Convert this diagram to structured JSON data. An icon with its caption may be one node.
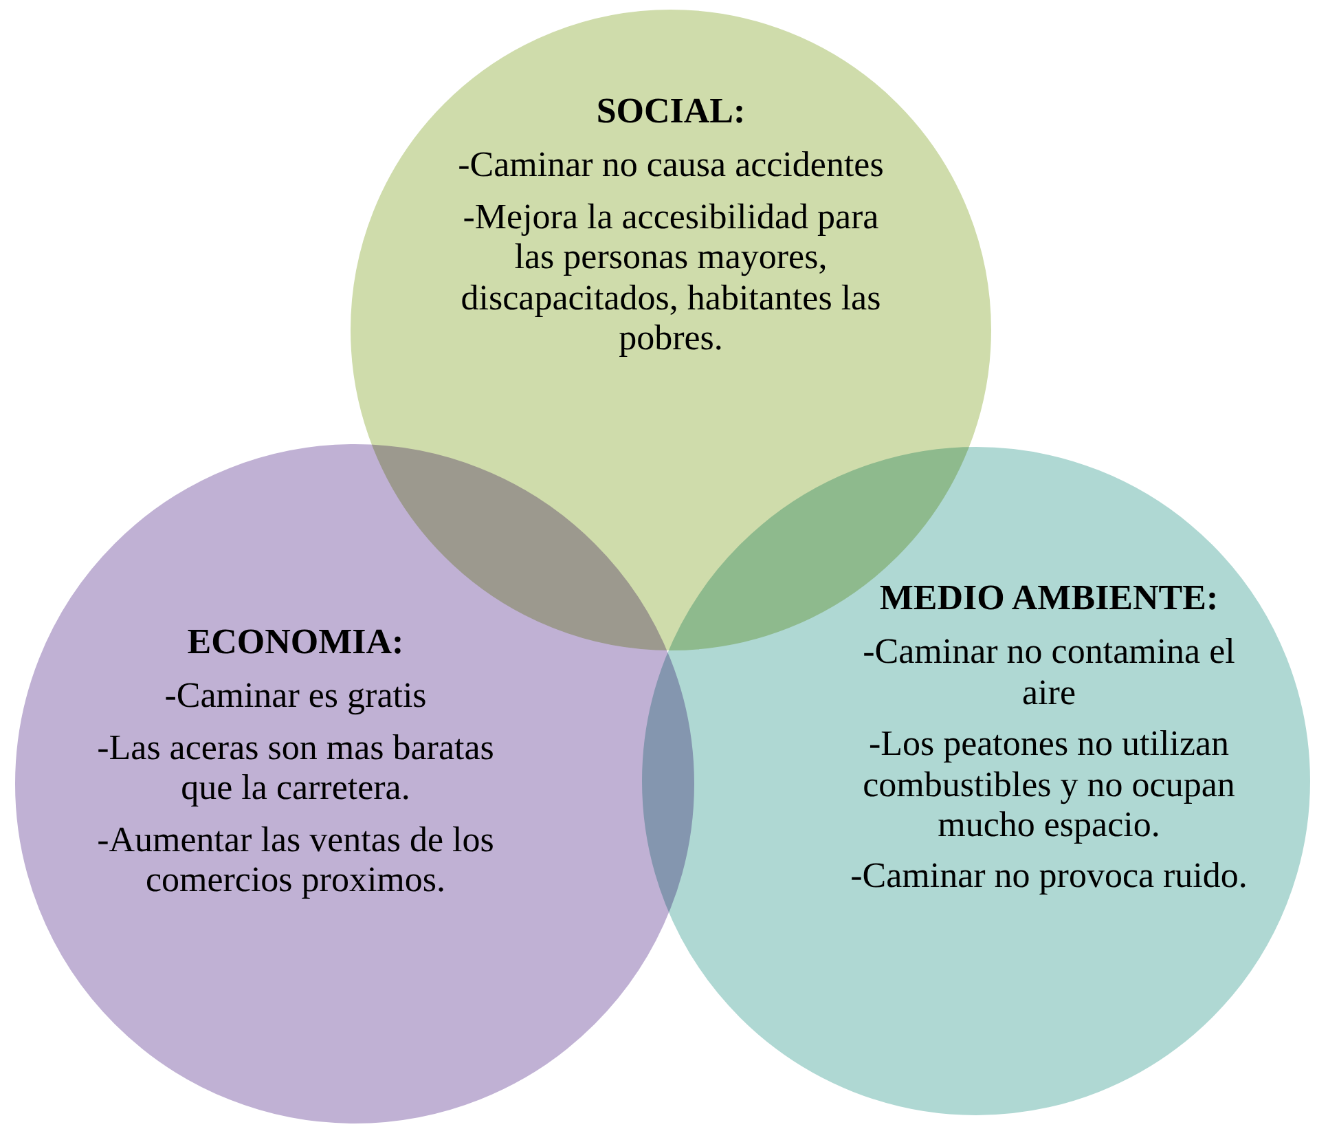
{
  "diagram": {
    "nodes": [
      {
        "text": [
          "SOCIAL:",
          "-Caminar no causa accidentes",
          "-Mejora la accesibilidad para las personas mayores, discapacitados, habitantes las pobres."
        ]
      },
      {
        "text": [
          "**ECONOMIA**:",
          "-Caminar es gratis",
          "-Las aceras son mas baratas que la carretera.",
          "-Aumentar las ventas de los comercios proximos."
        ]
      },
      {
        "text": [
          "MEDIO AMBIENTE:",
          "-Caminar no contamina el aire",
          "-Los peatones no utilizan combustibles y no ocupan mucho espacio.",
          "-Caminar no provoca ruido."
        ]
      }
    ]
  }
}
